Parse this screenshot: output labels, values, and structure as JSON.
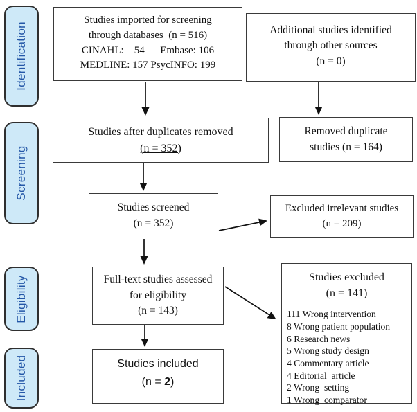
{
  "diagram_title": "PRISMA study selection flow diagram",
  "colors": {
    "background": "#ffffff",
    "stage_fill": "#cee9f8",
    "stage_border": "#2f2f2f",
    "stage_text": "#2457a7",
    "box_fill": "#ffffff",
    "box_border": "#3a3a3a",
    "box_text": "#111111",
    "arrow": "#111111"
  },
  "stages": [
    {
      "label": "Identification"
    },
    {
      "label": "Screening"
    },
    {
      "label": "Eligibility"
    },
    {
      "label": "Included"
    }
  ],
  "boxes": {
    "imported": {
      "line1": "Studies imported for screening",
      "line2": "through databases  (n = 516)",
      "line3": "CINAHL:    54      Embase: 106",
      "line4": "MEDLINE: 157 PsycINFO: 199"
    },
    "additional": {
      "line1": "Additional studies identified",
      "line2": "through other sources",
      "line3": "(n = 0)"
    },
    "duplicates_removed": {
      "line1": "Studies after duplicates removed",
      "line2": "(n = 352)"
    },
    "removed_duplicates": {
      "line1": "Removed duplicate",
      "line2": "studies (n = 164)"
    },
    "screened": {
      "line1": "Studies screened",
      "line2": "(n = 352)"
    },
    "excluded_irrelevant": {
      "line1": "Excluded irrelevant studies",
      "line2": "(n = 209)"
    },
    "fulltext": {
      "line1": "Full-text studies assessed",
      "line2": "for eligibility",
      "line3": "(n = 143)"
    },
    "studies_excluded": {
      "title": "Studies excluded",
      "count": "(n = 141)",
      "reasons": [
        "111 Wrong intervention",
        "8 Wrong patient population",
        "6 Research news",
        "5 Wrong study design",
        "4 Commentary article",
        "4 Editorial  article",
        "2 Wrong  setting",
        "1 Wrong  comparator"
      ]
    },
    "included_final": {
      "line1": "Studies included",
      "n_prefix": "(n = ",
      "n_value": "2",
      "n_suffix": ")"
    }
  }
}
